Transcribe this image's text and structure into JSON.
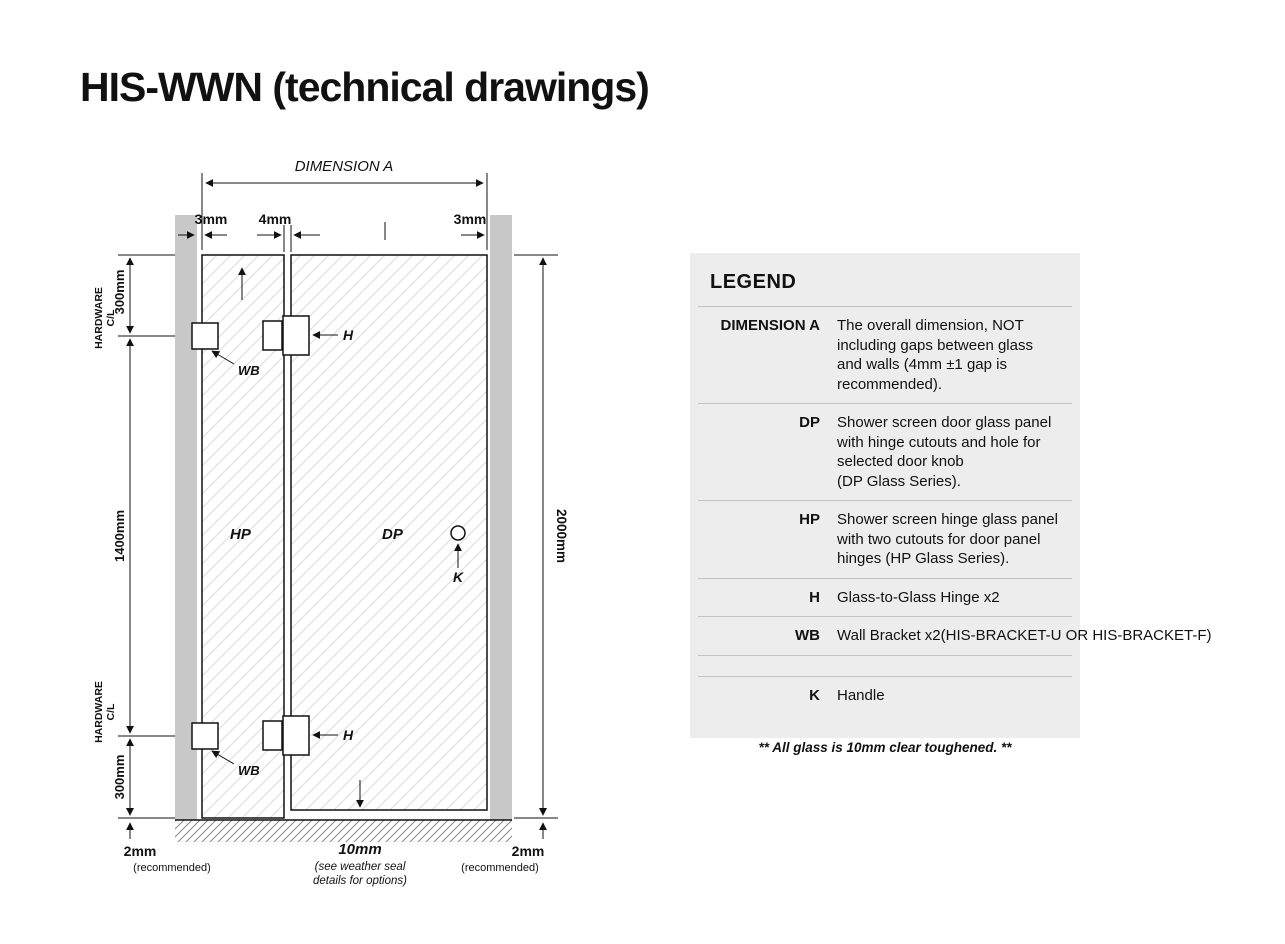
{
  "page": {
    "title": "HIS-WWN (technical drawings)"
  },
  "drawing": {
    "dimension_a": "DIMENSION A",
    "gap_left": "3mm",
    "gap_mid": "4mm",
    "gap_right": "3mm",
    "dim_300_top": "300mm",
    "dim_1400": "1400mm",
    "dim_300_bottom": "300mm",
    "cl_label": "C/L",
    "hardware_label": "HARDWARE",
    "dim_2000": "2000mm",
    "hp_label": "HP",
    "dp_label": "DP",
    "h_label": "H",
    "wb_label": "WB",
    "k_label": "K",
    "bottom_left_dim": "2mm",
    "bottom_left_note": "(recommended)",
    "bottom_mid_dim": "10mm",
    "bottom_mid_note1": "(see weather seal",
    "bottom_mid_note2": "details for options)",
    "bottom_right_dim": "2mm",
    "bottom_right_note": "(recommended)"
  },
  "legend": {
    "title": "LEGEND",
    "entries": [
      {
        "term": "DIMENSION A",
        "description": "The overall dimension, NOT\nincluding gaps between glass\nand walls (4mm ±1 gap is\nrecommended)."
      },
      {
        "term": "DP",
        "description": "Shower screen door glass panel\nwith hinge cutouts and hole for\nselected door knob\n(DP Glass Series)."
      },
      {
        "term": "HP",
        "description": "Shower screen hinge glass panel\nwith two cutouts for door panel\nhinges (HP Glass Series)."
      },
      {
        "term": "H",
        "description": "Glass-to-Glass Hinge x2"
      },
      {
        "term": "WB",
        "description": "Wall Bracket x2(HIS-BRACKET-U OR HIS-BRACKET-F)"
      },
      {
        "term": "K",
        "description": "Handle"
      }
    ],
    "footnote": "** All glass is 10mm clear toughened. **"
  }
}
